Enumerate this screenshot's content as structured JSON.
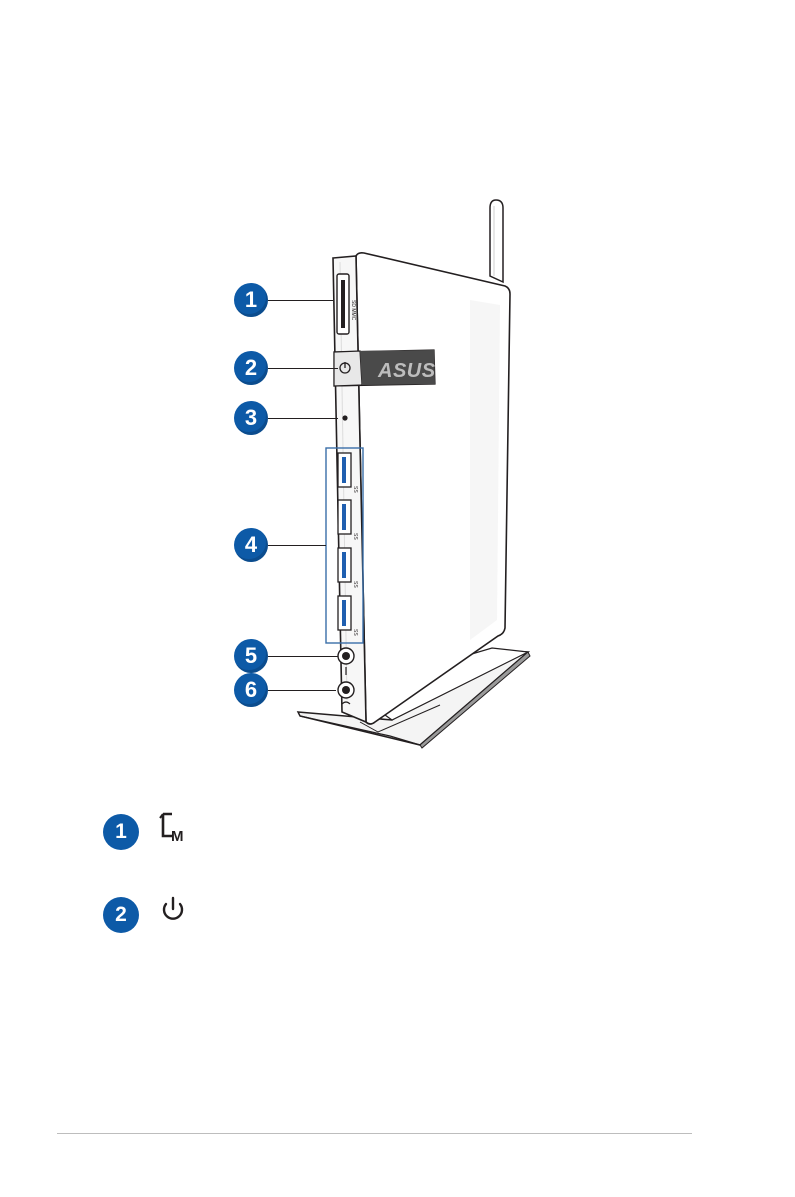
{
  "callouts": [
    "1",
    "2",
    "3",
    "4",
    "5",
    "6"
  ],
  "device": {
    "logo_text": "ASUS",
    "icons": [
      "card-reader-icon",
      "power-icon",
      "led-icon",
      "usb3-icon",
      "microphone-icon",
      "headphone-icon"
    ]
  },
  "legend": [
    {
      "number": "1",
      "icon": "memory-card-icon"
    },
    {
      "number": "2",
      "icon": "power-icon"
    }
  ]
}
